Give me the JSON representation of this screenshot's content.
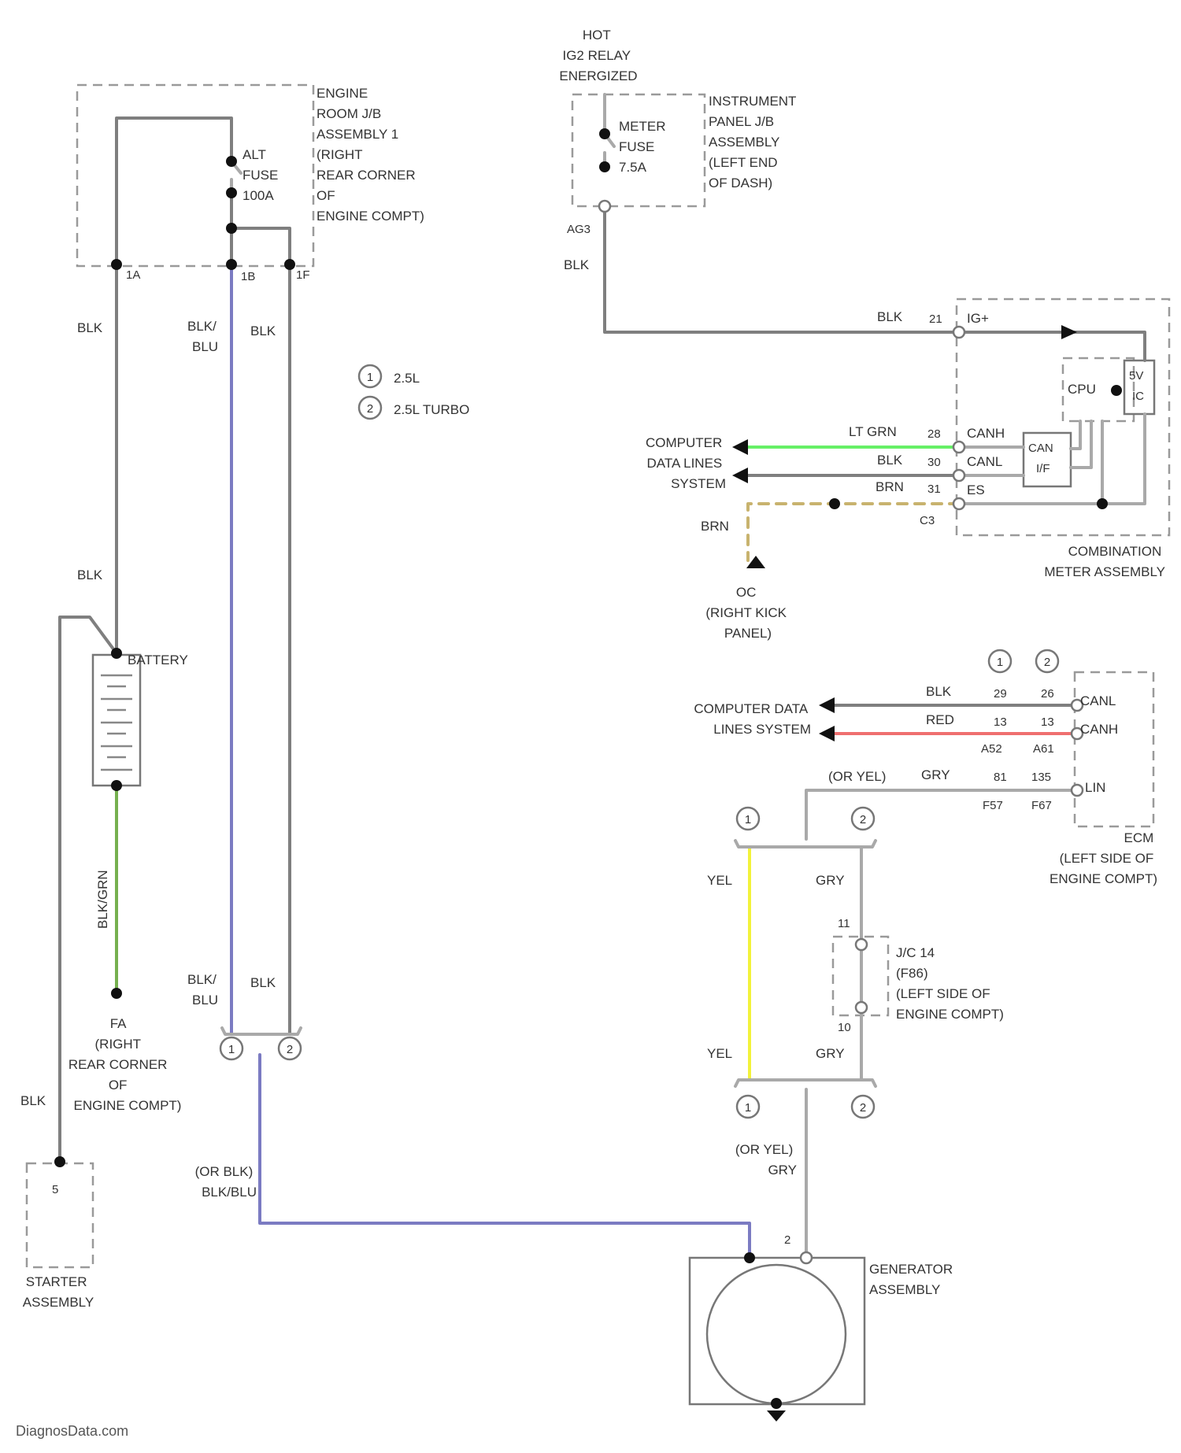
{
  "colors": {
    "blk": "#7f7f7f",
    "blu": "#7b7bc2",
    "grn": "#76b04f",
    "ltgrn": "#66f066",
    "red": "#ef6f6f",
    "yel": "#f2f23a",
    "brn": "#c8b36e",
    "gry": "#a9a9a9"
  },
  "labels": {
    "engine_room_jb": [
      "ENGINE",
      "ROOM J/B",
      "ASSEMBLY 1",
      "(RIGHT",
      "REAR CORNER",
      "OF",
      "ENGINE COMPT)"
    ],
    "alt_fuse": [
      "ALT",
      "FUSE",
      "100A"
    ],
    "hot_relay": [
      "HOT",
      "IG2 RELAY",
      "ENERGIZED"
    ],
    "meter_fuse": [
      "METER",
      "FUSE",
      "7.5A"
    ],
    "instrument_jb": [
      "INSTRUMENT",
      "PANEL J/B",
      "ASSEMBLY",
      "(LEFT END",
      "OF DASH)"
    ],
    "pin_1a": "1A",
    "pin_1b": "1B",
    "pin_1f": "1F",
    "pin_ag3": "AG3",
    "wire_blk_1": "BLK",
    "wire_blkblu_1": [
      "BLK/",
      "BLU"
    ],
    "wire_blk_2": "BLK",
    "wire_blk_3": "BLK",
    "wire_blk_4": "BLK",
    "legend_1_num": "1",
    "legend_1_text": "2.5L",
    "legend_2_num": "2",
    "legend_2_text": "2.5L TURBO",
    "comp_data_lines_1": [
      "COMPUTER",
      "DATA LINES",
      "SYSTEM"
    ],
    "cm_blk": "BLK",
    "cm_pin_21": "21",
    "cm_ig": "IG+",
    "cm_ltgrn": "LT GRN",
    "cm_pin_28": "28",
    "cm_canh": "CANH",
    "cm_blk2": "BLK",
    "cm_pin_30": "30",
    "cm_canl": "CANL",
    "cm_brn": "BRN",
    "cm_pin_31": "31",
    "cm_es": "ES",
    "cm_c3": "C3",
    "cm_cpu": "CPU",
    "cm_5v_ic": [
      "5V",
      "IC"
    ],
    "cm_can_if": [
      "CAN",
      "I/F"
    ],
    "combination_meter": [
      "COMBINATION",
      "METER ASSEMBLY"
    ],
    "wire_brn": "BRN",
    "gnd_oc": [
      "OC",
      "(RIGHT KICK",
      "PANEL)"
    ],
    "ecm_leg_1": "1",
    "ecm_leg_2": "2",
    "comp_data_lines_2": [
      "COMPUTER DATA",
      "LINES SYSTEM"
    ],
    "ecm_blk": "BLK",
    "ecm_pin_29": "29",
    "ecm_pin_26": "26",
    "ecm_canl": "CANL",
    "ecm_red": "RED",
    "ecm_pin_13a": "13",
    "ecm_pin_13b": "13",
    "ecm_canh": "CANH",
    "ecm_a52": "A52",
    "ecm_a61": "A61",
    "ecm_or_yel": "(OR YEL)",
    "ecm_gry": "GRY",
    "ecm_pin_81": "81",
    "ecm_pin_135": "135",
    "ecm_lin": "LIN",
    "ecm_f57": "F57",
    "ecm_f67": "F67",
    "ecm_loc": [
      "ECM",
      "(LEFT SIDE OF",
      "ENGINE COMPT)"
    ],
    "gen_leg_1a": "1",
    "gen_leg_2a": "2",
    "wire_yel_1": "YEL",
    "wire_gry_1": "GRY",
    "jc_pin_11": "11",
    "jc_pin_10": "10",
    "jc_label": [
      "J/C 14",
      "(F86)",
      "(LEFT SIDE OF",
      "ENGINE COMPT)"
    ],
    "wire_yel_2": "YEL",
    "wire_gry_2": "GRY",
    "gen_leg_1b": "1",
    "gen_leg_2b": "2",
    "wire_or_yel_gry": [
      "(OR YEL)",
      "GRY"
    ],
    "gen_pin_2": "2",
    "generator": [
      "GENERATOR",
      "ASSEMBLY"
    ],
    "wire_blk_5": "BLK",
    "battery": "BATTERY",
    "wire_blkgrn": "BLK/GRN",
    "gnd_fa": [
      "FA",
      "(RIGHT",
      "REAR CORNER",
      "OF",
      "ENGINE COMPT)"
    ],
    "wire_blk_6": "BLK",
    "wire_blkblu_2": [
      "BLK/",
      "BLU"
    ],
    "wire_blk_7": "BLK",
    "bot_leg_1": "1",
    "bot_leg_2": "2",
    "wire_or_blk_blkblu": [
      "(OR BLK)",
      "BLK/BLU"
    ],
    "starter_pin": "5",
    "starter": [
      "STARTER",
      "ASSEMBLY"
    ],
    "watermark": "DiagnosData.com"
  }
}
